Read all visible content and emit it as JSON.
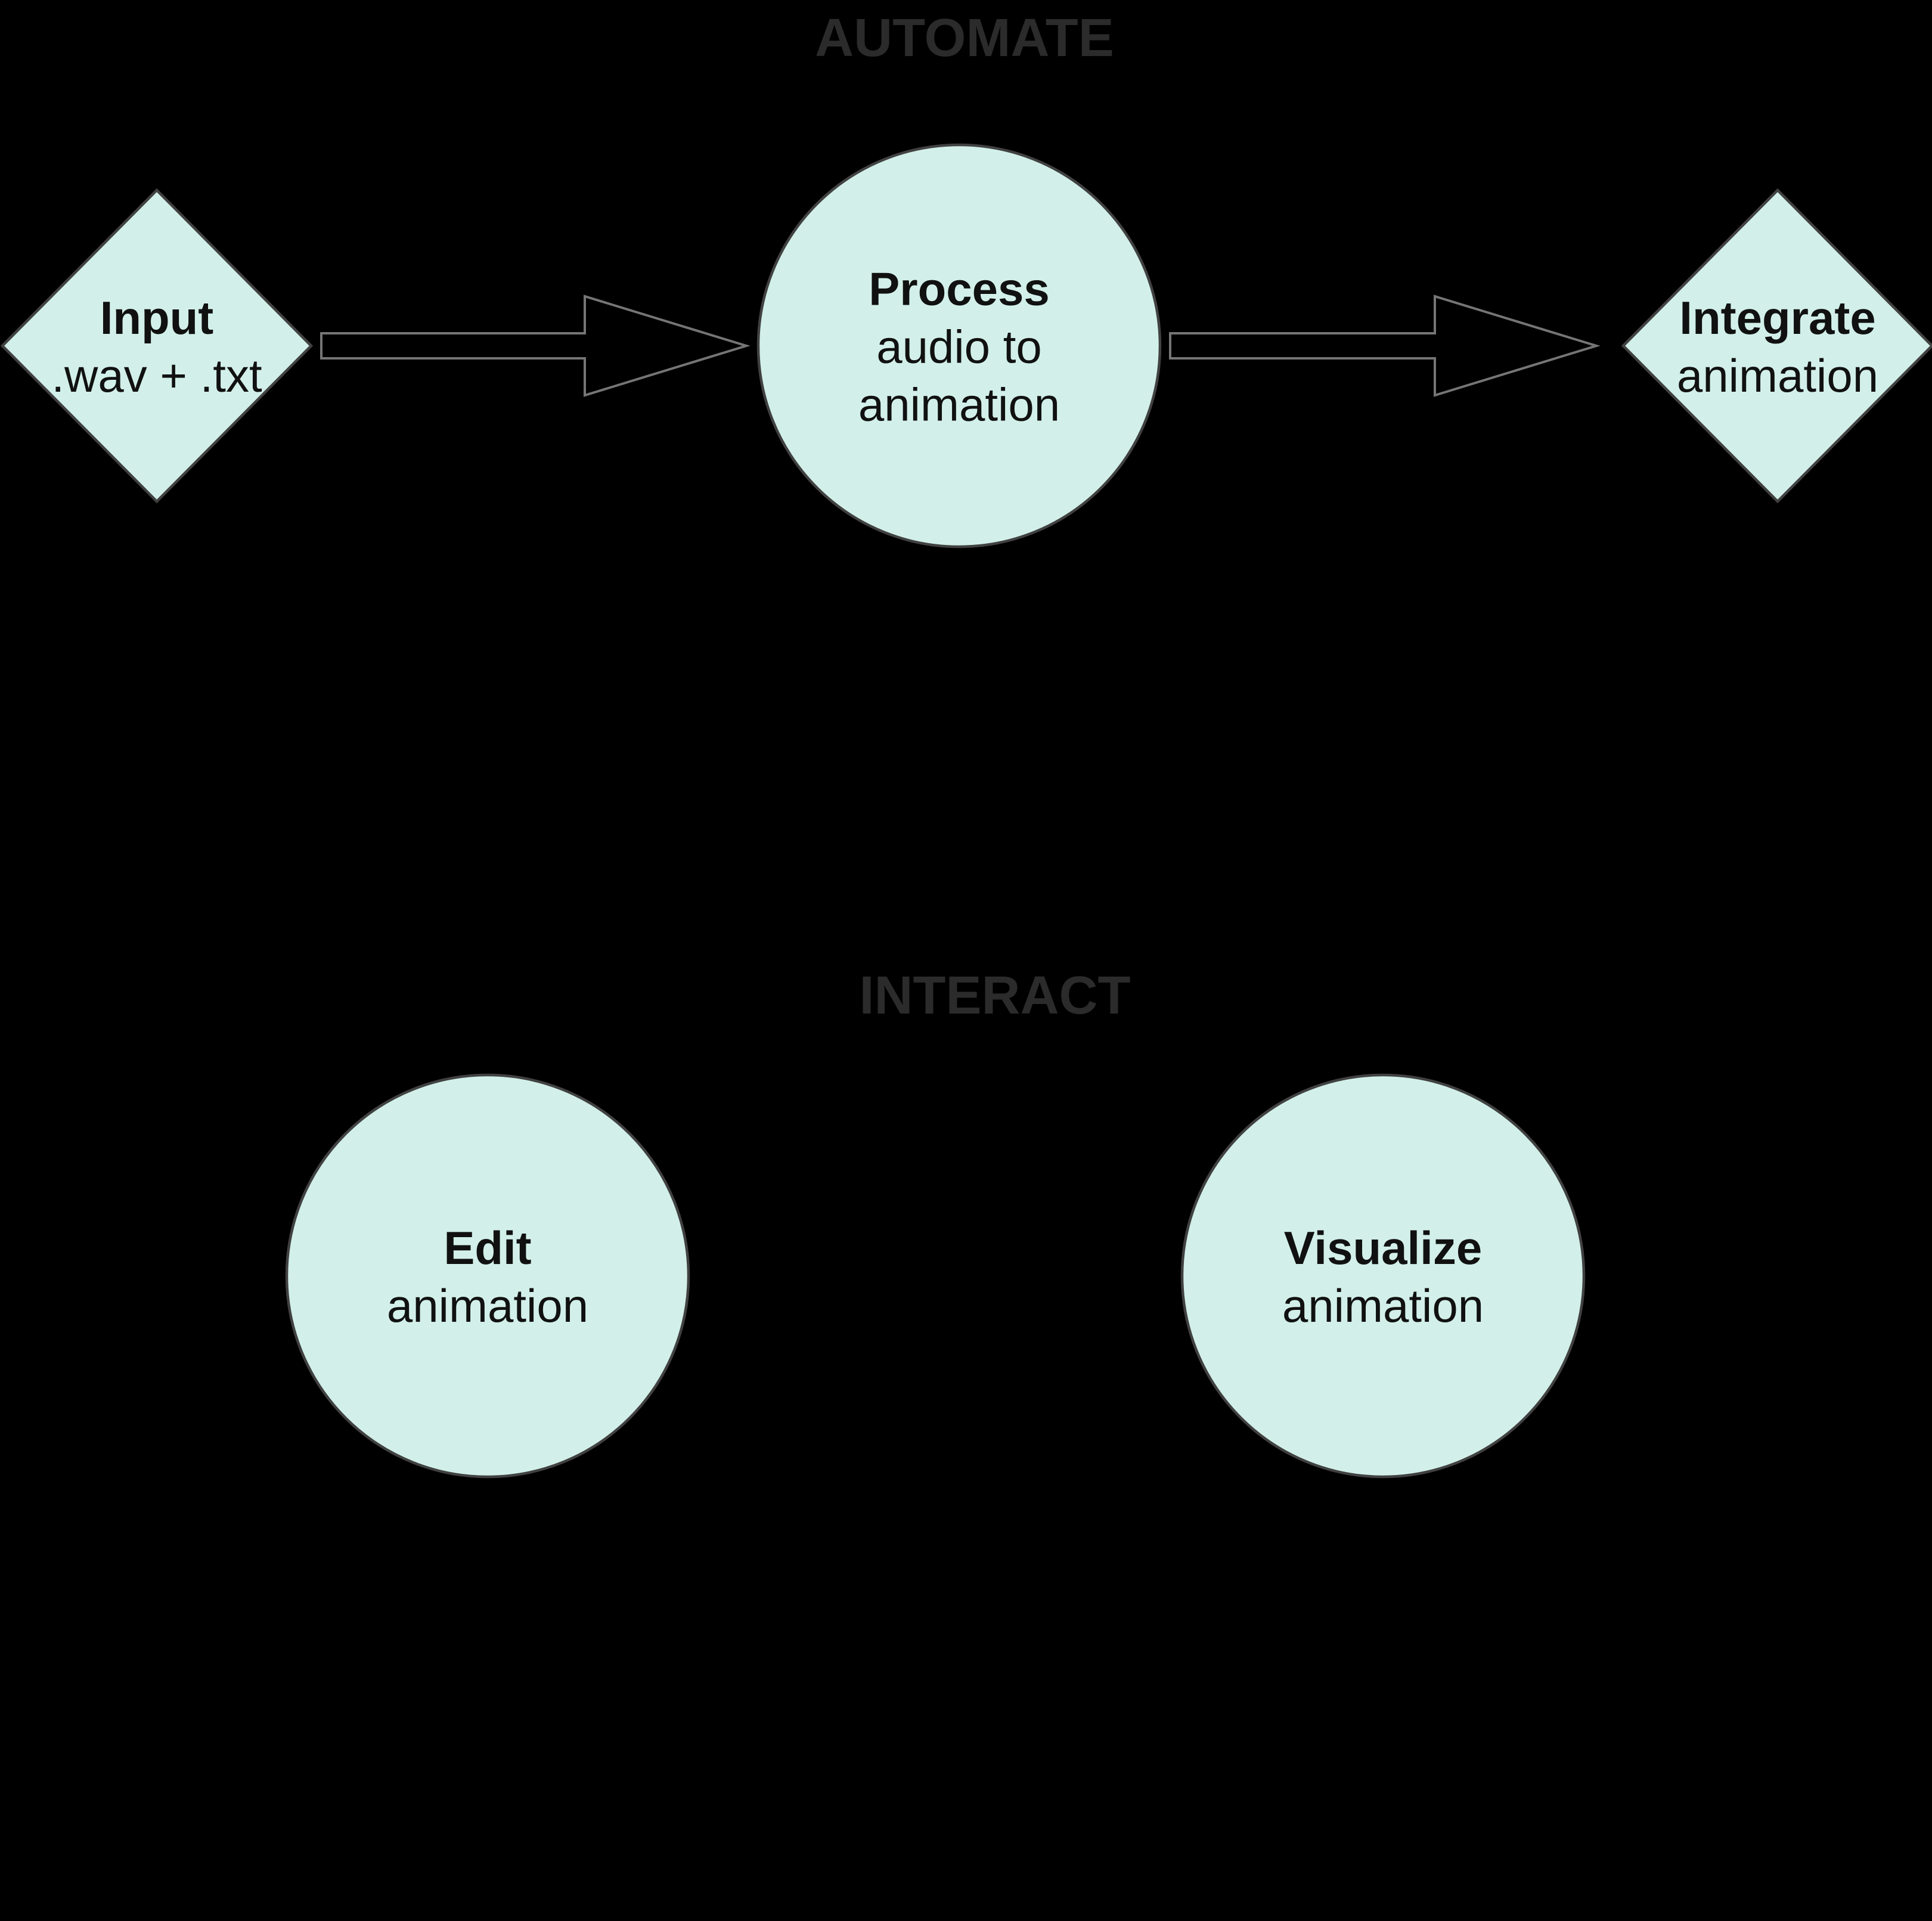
{
  "diagram": {
    "type": "flowchart",
    "sections": {
      "automate": {
        "label": "AUTOMATE",
        "nodes": {
          "input": {
            "shape": "diamond",
            "title": "Input",
            "subtitle": ".wav + .txt"
          },
          "process": {
            "shape": "circle",
            "title": "Process",
            "subtitle": "audio to\nanimation"
          },
          "integrate": {
            "shape": "diamond",
            "title": "Integrate",
            "subtitle": "animation"
          }
        },
        "arrows": [
          {
            "name": "input-to-process",
            "direction": "right"
          },
          {
            "name": "process-to-integrate",
            "direction": "right"
          }
        ]
      },
      "interact": {
        "label": "INTERACT",
        "nodes": {
          "edit": {
            "shape": "circle",
            "title": "Edit",
            "subtitle": "animation"
          },
          "visualize": {
            "shape": "circle",
            "title": "Visualize",
            "subtitle": "animation"
          }
        }
      }
    },
    "colors": {
      "background": "#000000",
      "node_fill": "#d2f0e9",
      "node_border": "#414141",
      "arrow_outline": "#757575",
      "section_label": "#2b2b2b",
      "node_text": "#111111"
    }
  }
}
